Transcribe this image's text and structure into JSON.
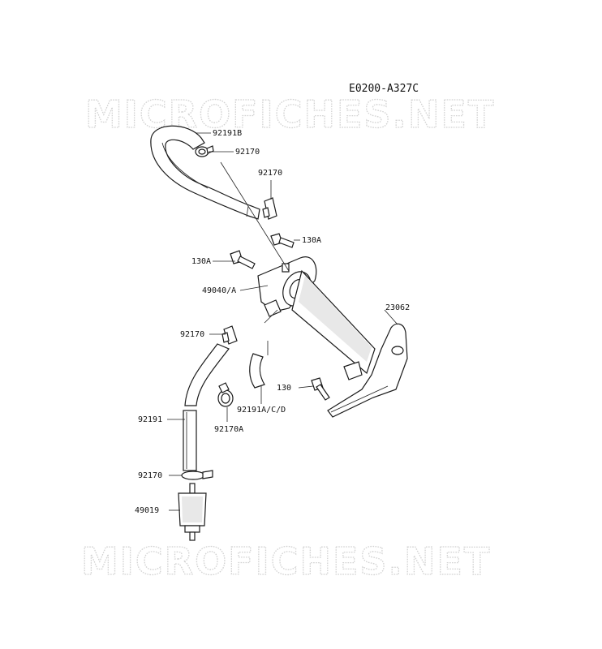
{
  "diagram": {
    "code": "E0200-A327C",
    "watermark_text": "MICROFICHES.NET",
    "labels": {
      "hose_top": "92191B",
      "clamp_top": "92170",
      "clamp_upper_right": "92170",
      "bolt_right": "130A",
      "bolt_left": "130A",
      "bracket_assy": "49040/A",
      "bracket_plate": "23062",
      "clamp_mid_left": "92170",
      "bolt_lower": "130",
      "hose_mid": "92191A/C/D",
      "hose_lower": "92191",
      "clamp_round": "92170A",
      "clamp_bottom": "92170",
      "fuel_filter": "49019"
    }
  }
}
